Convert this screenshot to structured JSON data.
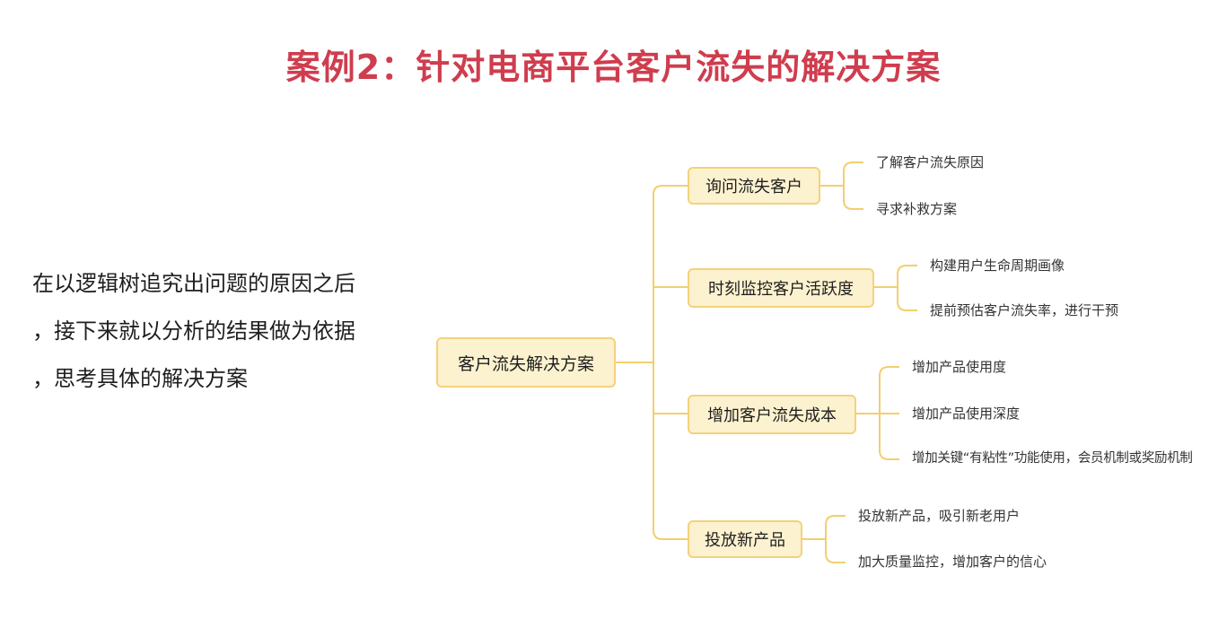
{
  "title": "案例2：针对电商平台客户流失的解决方案",
  "description": [
    "在以逻辑树追究出问题的原因之后",
    "，接下来就以分析的结果做为依据",
    "，思考具体的解决方案"
  ],
  "mindmap": {
    "root": "客户流失解决方案",
    "branches": [
      {
        "label": "询问流失客户",
        "leaves": [
          "了解客户流失原因",
          "寻求补救方案"
        ]
      },
      {
        "label": "时刻监控客户活跃度",
        "leaves": [
          "构建用户生命周期画像",
          "提前预估客户流失率，进行干预"
        ]
      },
      {
        "label": "增加客户流失成本",
        "leaves": [
          "增加产品使用度",
          "增加产品使用深度",
          "增加关键“有粘性”功能使用，会员机制或奖励机制"
        ]
      },
      {
        "label": "投放新产品",
        "leaves": [
          "投放新产品，吸引新老用户",
          "加大质量监控，增加客户的信心"
        ]
      }
    ]
  },
  "colors": {
    "title": "#cf3d4e",
    "node_fill": "#fdf2cf",
    "node_border": "#f2d27c",
    "connector": "#f2cf6e"
  }
}
